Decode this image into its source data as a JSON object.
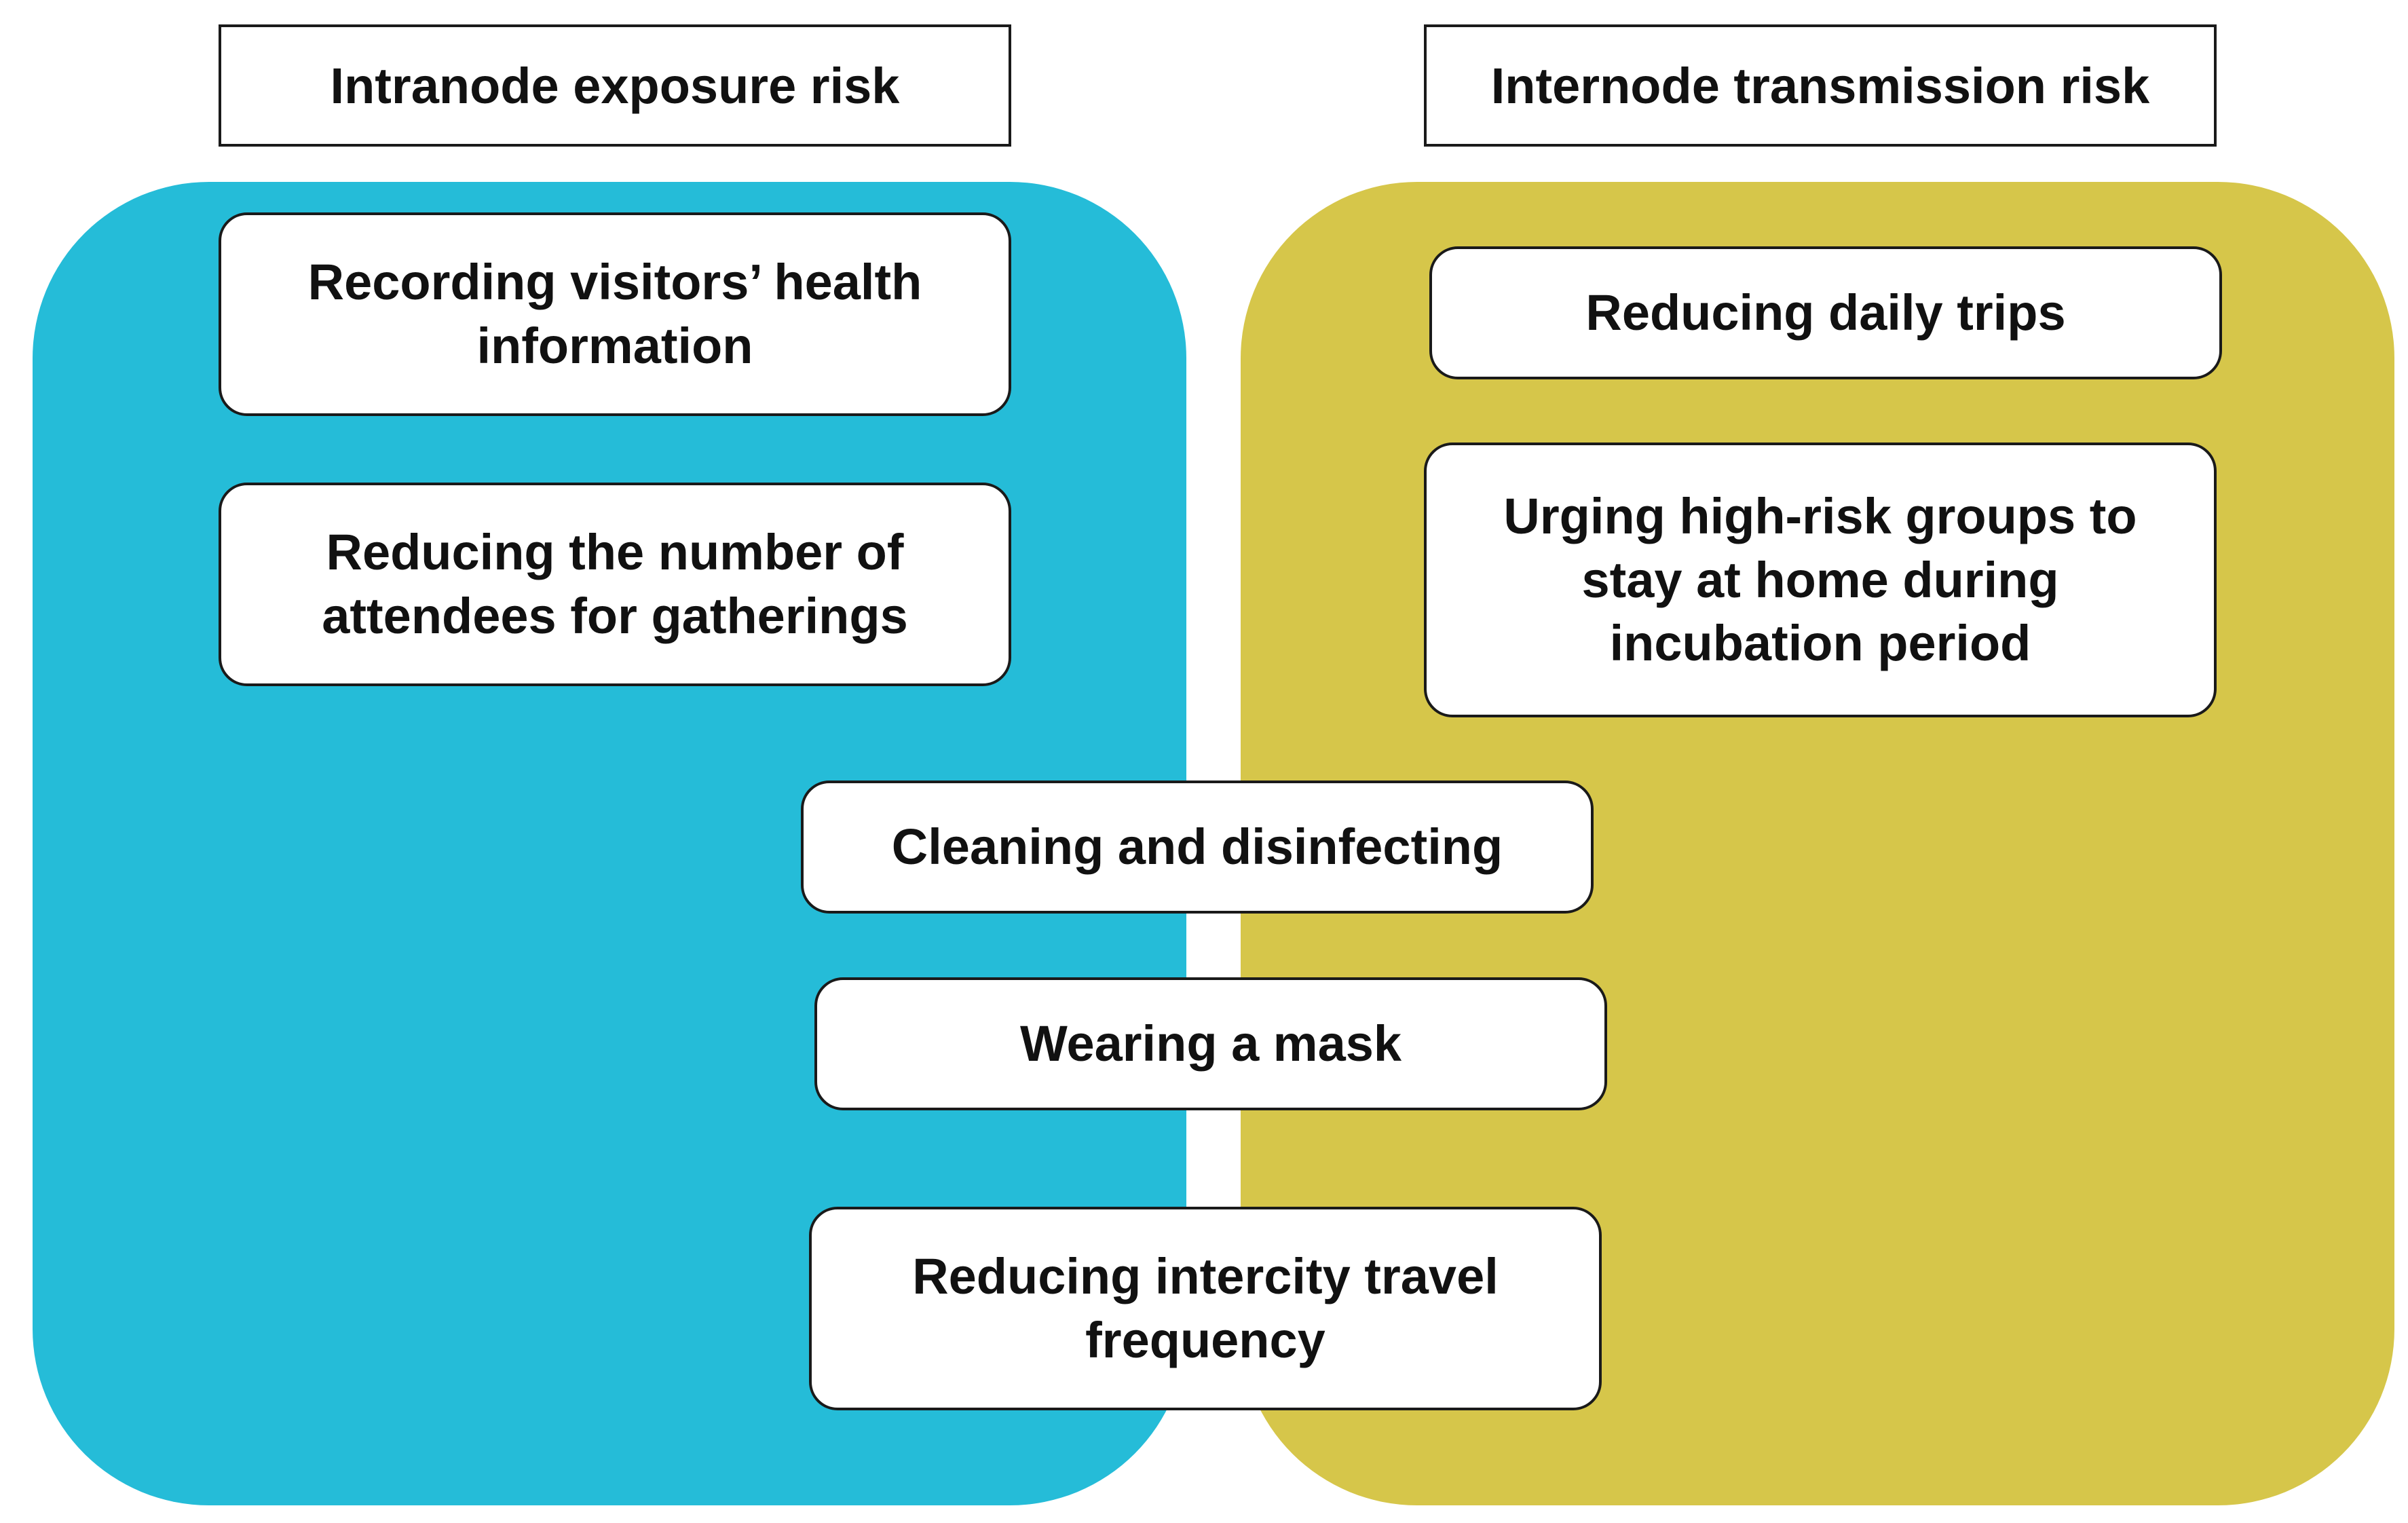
{
  "colors": {
    "intranode_panel": "#25bcd8",
    "internode_panel": "#d6c64a"
  },
  "headers": {
    "intranode": "Intranode exposure risk",
    "internode": "Internode transmission risk"
  },
  "measures": {
    "recording_health": "Recording visitors’ health information",
    "reducing_attendees": "Reducing the number of attendees for gatherings",
    "reducing_daily_trips": "Reducing daily trips",
    "urging_high_risk": "Urging high-risk groups to stay at home during incubation period",
    "cleaning": "Cleaning and disinfecting",
    "wearing_mask": "Wearing a mask",
    "reducing_intercity": "Reducing intercity travel frequency"
  }
}
